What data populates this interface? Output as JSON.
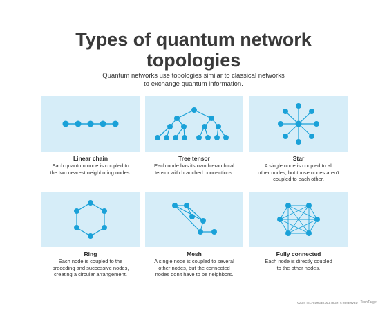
{
  "title_line1": "Types of quantum network",
  "title_line2": "topologies",
  "subtitle_line1": "Quantum networks use topologies similar to classical networks",
  "subtitle_line2": "to exchange quantum information.",
  "colors": {
    "panel": "#d6edf8",
    "node": "#1aa1d8",
    "edge": "#1aa1d8"
  },
  "topologies": [
    {
      "name": "Linear chain",
      "desc1": "Each quantum node is coupled to",
      "desc2": "the two nearest neighboring nodes.",
      "desc3": ""
    },
    {
      "name": "Tree tensor",
      "desc1": "Each node has its own hierarchical",
      "desc2": "tensor with branched connections.",
      "desc3": ""
    },
    {
      "name": "Star",
      "desc1": "A single node is coupled to all",
      "desc2": "other nodes, but those nodes aren't",
      "desc3": "coupled to each other."
    },
    {
      "name": "Ring",
      "desc1": "Each node is coupled to the",
      "desc2": "preceding and successive nodes,",
      "desc3": "creating a circular arrangement."
    },
    {
      "name": "Mesh",
      "desc1": "A single node is coupled to several",
      "desc2": "other nodes, but the connected",
      "desc3": "nodes don't have to be neighbors."
    },
    {
      "name": "Fully connected",
      "desc1": "Each node is directly coupled",
      "desc2": "to the other nodes.",
      "desc3": ""
    }
  ],
  "footer": {
    "copyright": "©2024 TECHTARGET. ALL RIGHTS RESERVED",
    "logo": "TechTarget"
  }
}
